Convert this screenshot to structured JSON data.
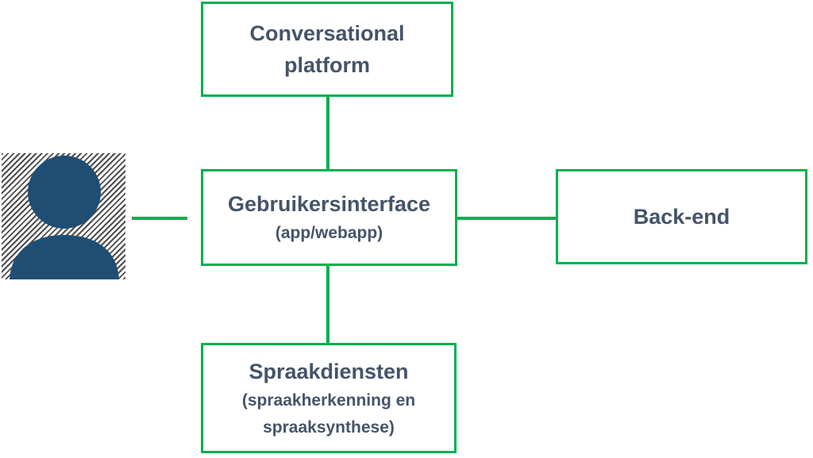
{
  "colors": {
    "accent_green": "#00B050",
    "text": "#44546A",
    "person_blue": "#1F4E74",
    "hatch_gray": "#4D4D4D",
    "background": "#FFFFFF"
  },
  "icons": {
    "user": "person-silhouette"
  },
  "nodes": {
    "conversational_platform": {
      "title": "Conversational platform"
    },
    "user_interface": {
      "title": "Gebruikersinterface",
      "subtitle": "(app/webapp)"
    },
    "back_end": {
      "title": "Back-end"
    },
    "speech_services": {
      "title": "Spraakdiensten",
      "subtitle": "(spraakherkenning en spraaksynthese)"
    }
  }
}
